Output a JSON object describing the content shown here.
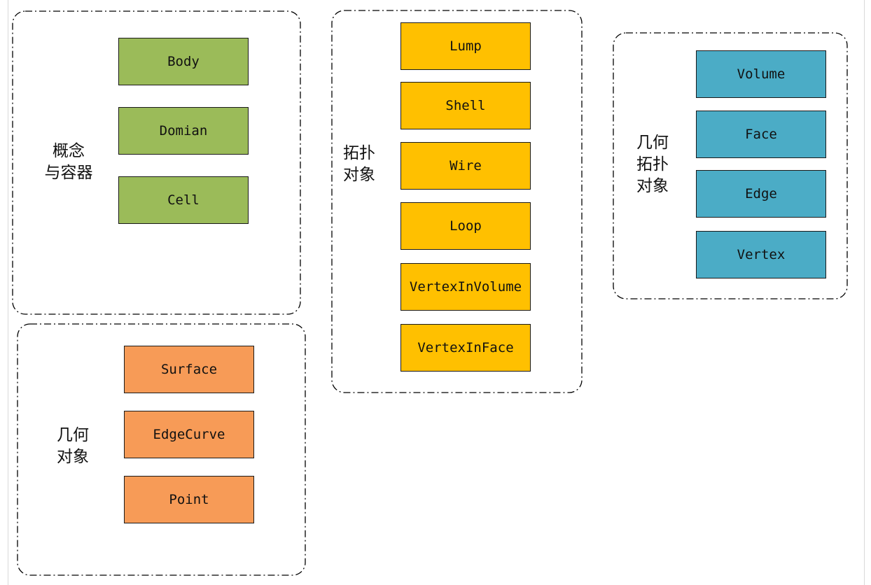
{
  "colors": {
    "concept": "#9bbb59",
    "topology": "#ffc000",
    "geometry": "#f79b57",
    "geometric_topology": "#4bacc6",
    "frame_stroke": "#000000"
  },
  "groups": {
    "concept": {
      "label": "概念\n与容器",
      "nodes": [
        "Body",
        "Domian",
        "Cell"
      ]
    },
    "topology": {
      "label": "拓扑\n对象",
      "nodes": [
        "Lump",
        "Shell",
        "Wire",
        "Loop",
        "VertexInVolume",
        "VertexInFace"
      ]
    },
    "geometric_topology": {
      "label": "几何\n拓扑\n对象",
      "nodes": [
        "Volume",
        "Face",
        "Edge",
        "Vertex"
      ]
    },
    "geometry": {
      "label": "几何\n对象",
      "nodes": [
        "Surface",
        "EdgeCurve",
        "Point"
      ]
    }
  }
}
